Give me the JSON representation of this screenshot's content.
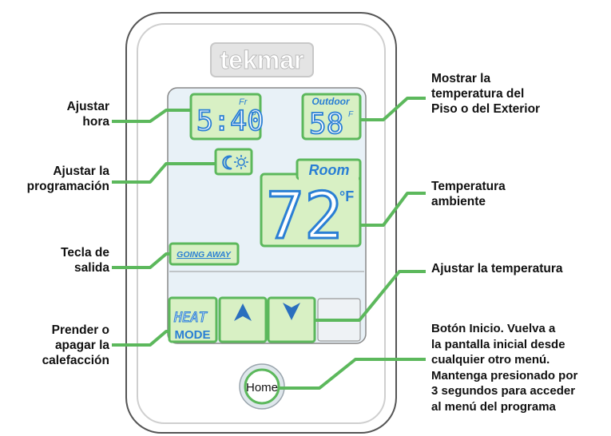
{
  "brand": "tekmar",
  "display": {
    "time": "5:40",
    "time_suffix": "P",
    "day": "Fr",
    "outdoor_label": "Outdoor",
    "outdoor_value": "58",
    "outdoor_unit": "F",
    "room_label": "Room",
    "room_value": "72",
    "room_unit": "°F",
    "going_away": "GOING AWAY",
    "heat_text": "HEAT",
    "mode_label": "MODE",
    "home_label": "Home"
  },
  "callouts": {
    "set_time": [
      "Ajustar",
      "hora"
    ],
    "set_schedule": [
      "Ajustar la",
      "programación"
    ],
    "away_key": [
      "Tecla de",
      "salida"
    ],
    "heat_toggle": [
      "Prender o",
      "apagar la",
      "calefacción"
    ],
    "show_floor_outdoor": [
      "Mostrar la",
      "temperatura del",
      "Piso o del Exterior"
    ],
    "room_temp": [
      "Temperatura",
      "ambiente"
    ],
    "set_temp": [
      "Ajustar la temperatura"
    ],
    "home_button": [
      "Botón Inicio. Vuelva a",
      "la pantalla inicial desde",
      "cualquier otro menú.",
      "Mantenga presionado por",
      "3 segundos para acceder",
      "al menú del programa"
    ]
  },
  "colors": {
    "leader": "#5cb85c",
    "segment": "#2a7fd4",
    "lcd_box": "#d8f0c4",
    "lcd_screen": "#e8f1f7",
    "housing": "#ffffff"
  }
}
